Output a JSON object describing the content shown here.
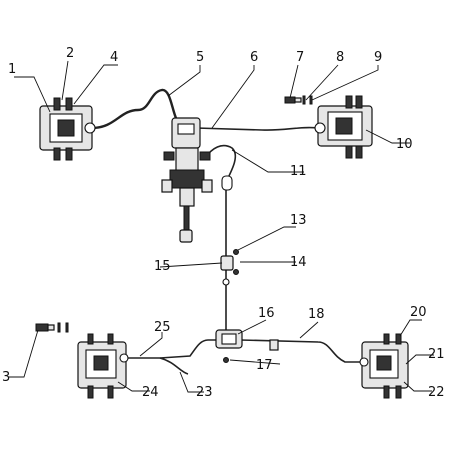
{
  "callouts": [
    {
      "id": "1",
      "text": "1"
    },
    {
      "id": "2",
      "text": "2"
    },
    {
      "id": "3",
      "text": "3"
    },
    {
      "id": "4",
      "text": "4"
    },
    {
      "id": "5",
      "text": "5"
    },
    {
      "id": "6",
      "text": "6"
    },
    {
      "id": "7",
      "text": "7"
    },
    {
      "id": "8",
      "text": "8"
    },
    {
      "id": "9",
      "text": "9"
    },
    {
      "id": "10",
      "text": "10"
    },
    {
      "id": "11",
      "text": "11"
    },
    {
      "id": "13",
      "text": "13"
    },
    {
      "id": "14",
      "text": "14"
    },
    {
      "id": "15",
      "text": "15"
    },
    {
      "id": "16",
      "text": "16"
    },
    {
      "id": "17",
      "text": "17"
    },
    {
      "id": "18",
      "text": "18"
    },
    {
      "id": "20",
      "text": "20"
    },
    {
      "id": "21",
      "text": "21"
    },
    {
      "id": "22",
      "text": "22"
    },
    {
      "id": "23",
      "text": "23"
    },
    {
      "id": "24",
      "text": "24"
    },
    {
      "id": "25",
      "text": "25"
    }
  ]
}
